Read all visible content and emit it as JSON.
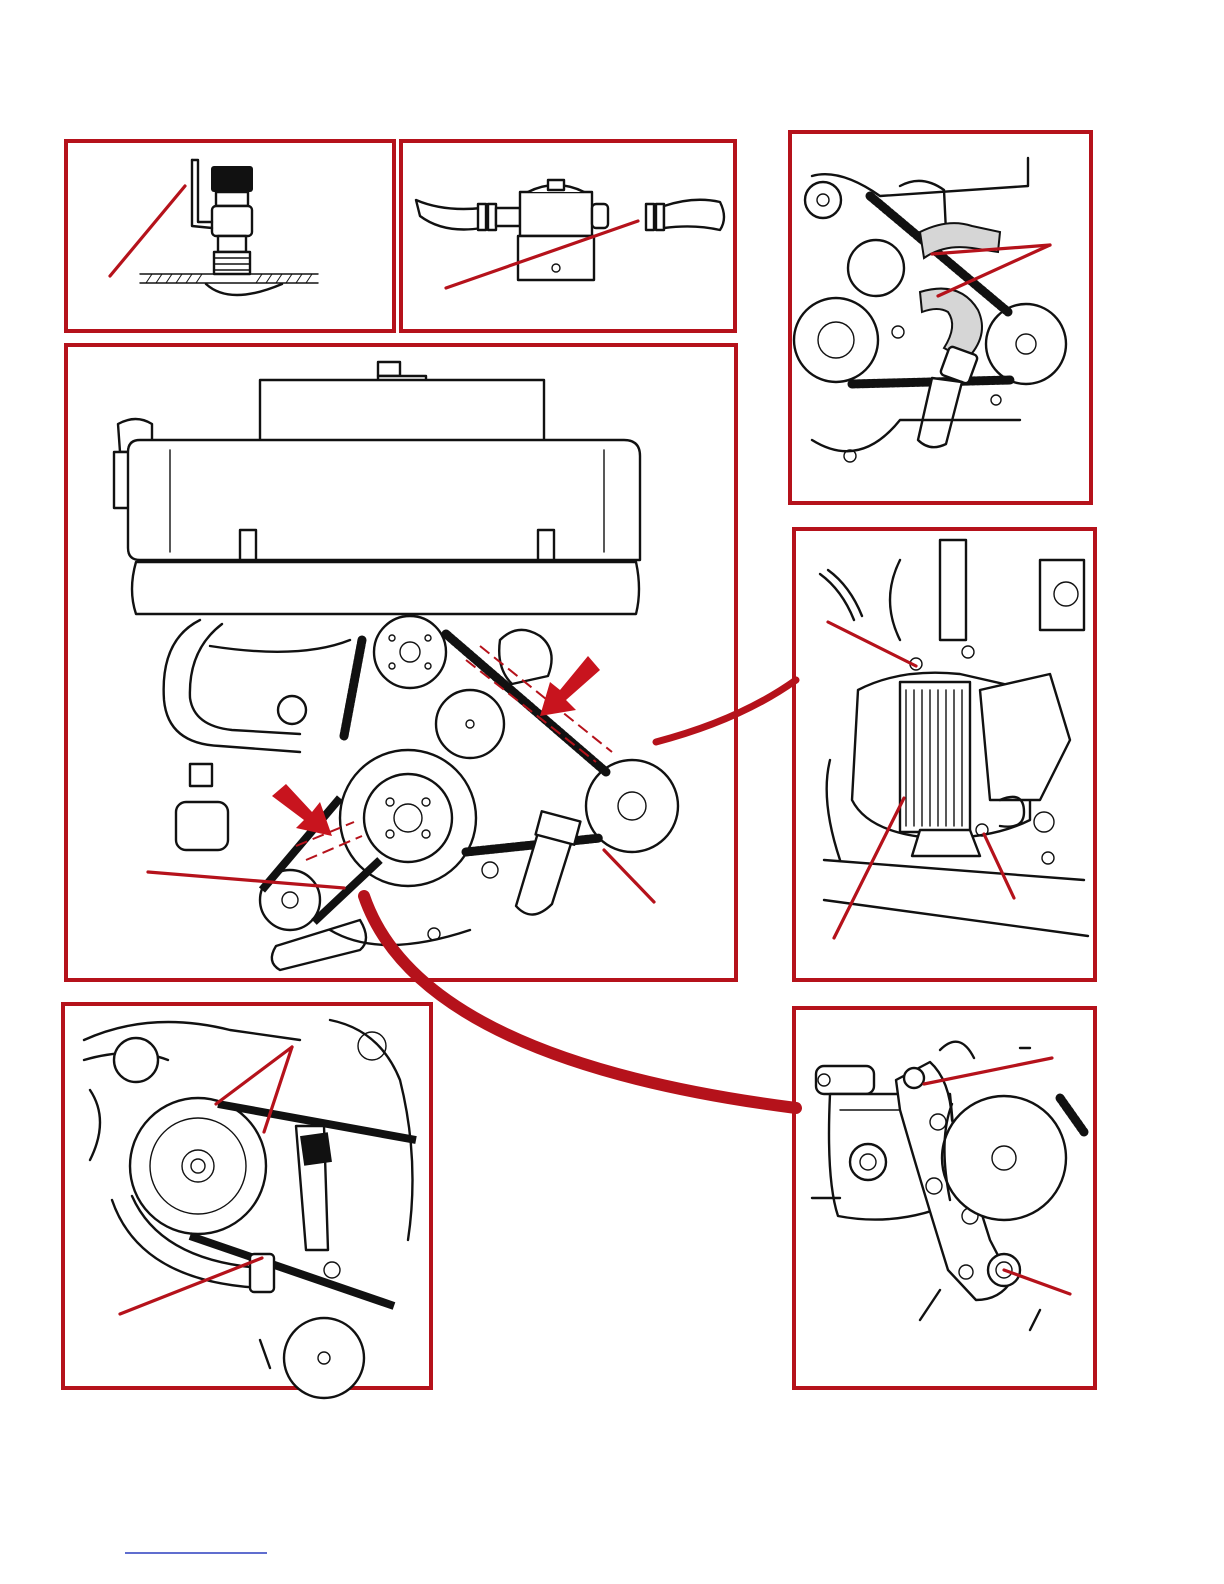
{
  "figure": {
    "colors": {
      "accent": "#b5121b",
      "arrow": "#c8141e",
      "ink": "#111111",
      "hose": "#d6d6d6"
    },
    "panels": [
      {
        "id": "seacock",
        "callouts": 1
      },
      {
        "id": "strainer",
        "callouts": 1
      },
      {
        "id": "raw-water-pump-hoses",
        "callouts": 2
      },
      {
        "id": "engine-front-view",
        "callouts": 2,
        "arrows": 2
      },
      {
        "id": "alternator-mount",
        "callouts": 3
      },
      {
        "id": "belt-tension-closeup",
        "callouts": 3
      },
      {
        "id": "pump-bracket-bolts",
        "callouts": 2
      }
    ]
  },
  "footer": {
    "link_color": "#2b3fbf"
  }
}
